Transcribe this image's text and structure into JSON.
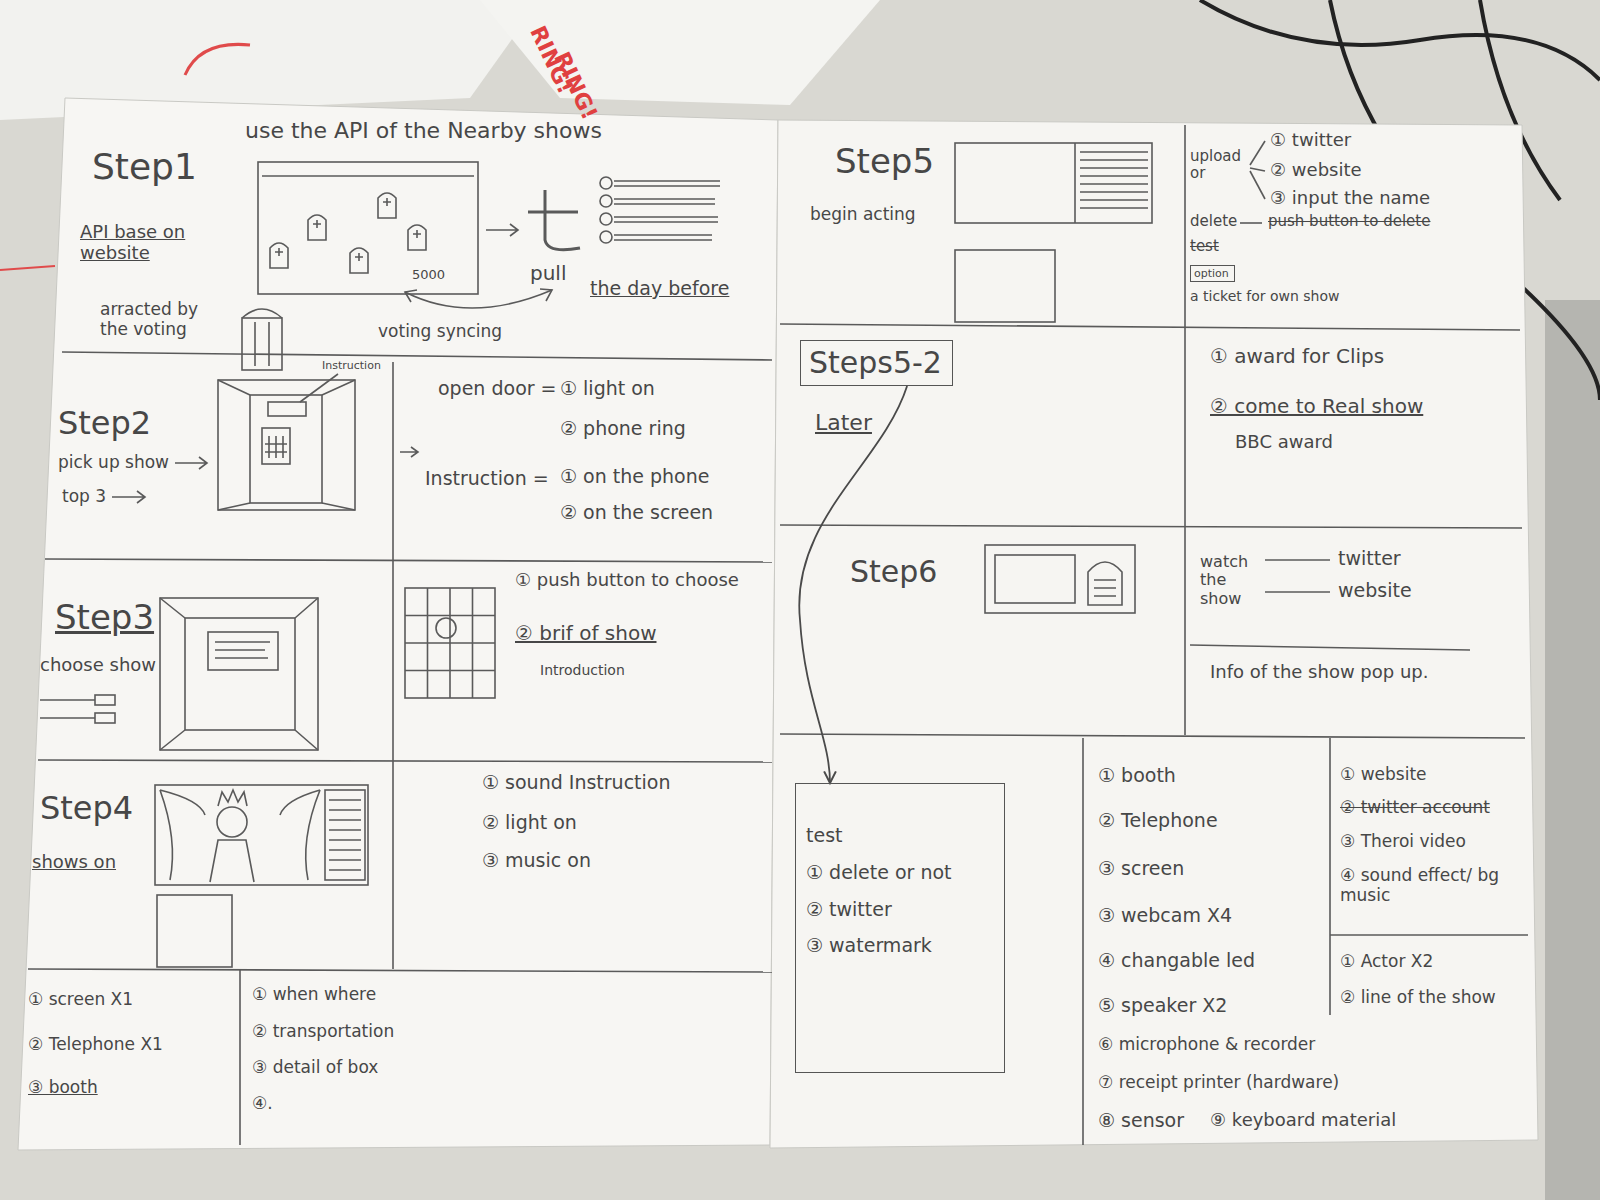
{
  "diagram": {
    "nodes": [
      {
        "text": [
          "option"
        ]
      },
      {
        "text": [
          "Steps5-2"
        ]
      },
      {
        "text": [
          "test",
          "① delete or not",
          "② twitter",
          "③ watermark"
        ]
      }
    ],
    "edges": [
      {
        "from": 1,
        "to": 2,
        "arrow": "to"
      }
    ],
    "labels": [
      "RING!",
      "RING!",
      "Step1",
      "use the API of the Nearby shows",
      "API base on website",
      "5000",
      "pull",
      "the day before",
      "arracted by the voting",
      "voting syncing",
      "Instruction",
      "Step2",
      "pick up show",
      "top 3",
      "open door =",
      "① light on",
      "② phone ring",
      "Instruction =",
      "① on the phone",
      "② on the screen",
      "Step3",
      "choose show",
      "① push button to choose",
      "② brif of show",
      "Introduction",
      "Step4",
      "shows on",
      "① sound Instruction",
      "② light on",
      "③ music on",
      "① screen X1",
      "② Telephone X1",
      "③ booth",
      "① when where",
      "② transportation",
      "③ detail of box",
      "④.",
      "Step5",
      "begin acting",
      "upload or",
      "① twitter",
      "② website",
      "③ input the name",
      "delete",
      "push button to delete",
      "test",
      "a ticket for own show",
      "Later",
      "① award for Clips",
      "② come to Real show",
      "BBC award",
      "Step6",
      "watch the show",
      "twitter",
      "website",
      "Info of the show pop up.",
      "① booth",
      "② Telephone",
      "③ screen",
      "③ webcam X4",
      "④ changable led",
      "⑤ speaker X2",
      "⑥ microphone & recorder",
      "⑦ receipt printer (hardware)",
      "⑧ sensor",
      "⑨ keyboard material",
      "① website",
      "② twitter account",
      "③ Theroi video",
      "④ sound effect/ bg music",
      "① Actor X2",
      "② line of the show"
    ]
  }
}
